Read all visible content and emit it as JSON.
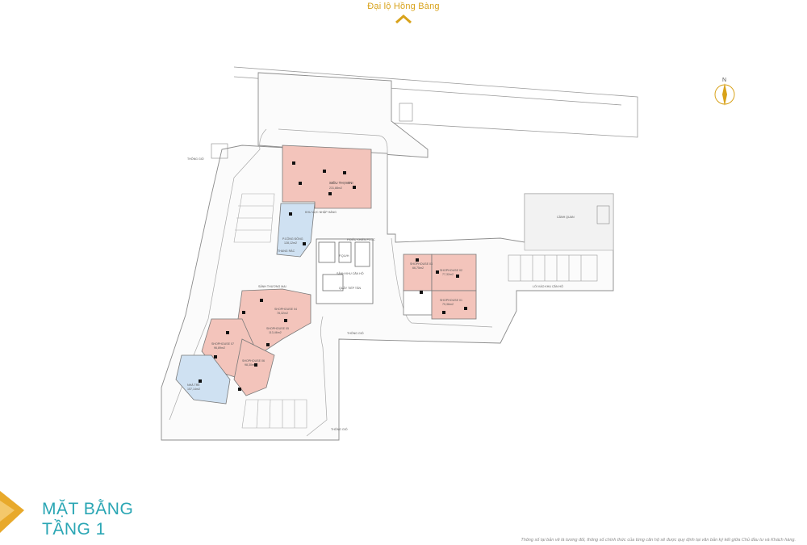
{
  "header": {
    "street_name": "Đại lộ Hồng Bàng"
  },
  "compass": {
    "north_label": "N"
  },
  "title": {
    "line1": "MẶT BẰNG",
    "line2": "TẦNG 1"
  },
  "footnote": "Thông số tại bản vẽ là tương đối, thông số chính thức của từng căn hộ sẽ được quy định tại văn bản ký kết giữa Chủ đầu tư và Khách hàng.",
  "colors": {
    "gold": "#d8a21a",
    "teal": "#2aa6b4",
    "pink": "#f3c4bb",
    "blue": "#cfe1f2",
    "line": "#8c8c8c"
  },
  "labels": {
    "supermarket": "SIÊU THỊ MINI",
    "supermarket_area": "231,88m2",
    "loading": "KHU VỰC NHẬP HÀNG",
    "community": "P.CỘNG ĐỒNG",
    "community_area": "128,12m2",
    "trash": "THANG RÁC",
    "control": "P.ĐIỀU KHIỂN PCCC",
    "lobby": "SẢNH KHU CĂN HỘ",
    "reception": "QUẦY TIẾP TÂN",
    "commercial_lobby": "SẢNH THƯƠNG MẠI",
    "mgmt": "P.QLVH",
    "kindergarten": "NHÀ TRẺ",
    "kindergarten_area": "157,14m2",
    "sh01": "SHOPHOUSE 01",
    "sh01_area": "79,36m2",
    "sh02": "SHOPHOUSE 02",
    "sh02_area": "77,32m2",
    "sh03": "SHOPHOUSE 03",
    "sh03_area": "66,75m2",
    "sh04": "SHOPHOUSE 04",
    "sh04_area": "78,32m2",
    "sh05": "SHOPHOUSE 05",
    "sh05_area": "113,46m2",
    "sh06": "SHOPHOUSE 06",
    "sh06_area": "98,30m2",
    "sh07": "SHOPHOUSE 07",
    "sh07_area": "96,89m2",
    "landscape": "CẢNH QUAN",
    "vent1": "THÔNG GIÓ",
    "vent2": "THÔNG GIÓ",
    "vent3": "THÔNG GIÓ",
    "ramp_up": "LỐI VÀO KHU CĂN HỘ"
  }
}
